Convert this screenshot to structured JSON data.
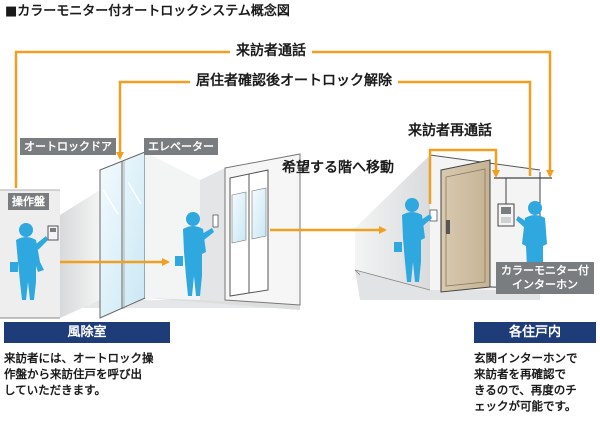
{
  "title": "■カラーモニター付オートロックシステム概念図",
  "flows": {
    "call": "来訪者通話",
    "unlock": "居住者確認後オートロック解除",
    "recall": "来訪者再通話",
    "move": "希望する階へ移動"
  },
  "tags": {
    "auto_door": "オートロックドア",
    "elevator": "エレベーター",
    "panel": "操作盤",
    "monitor_line1": "カラーモニター付",
    "monitor_line2": "インターホン"
  },
  "captions": {
    "left": {
      "heading": "風除室",
      "lines": [
        "来訪者には、オートロック操",
        "作盤から来訪住戸を呼び出",
        "していただきます。"
      ]
    },
    "right": {
      "heading": "各住戸内",
      "lines": [
        "玄関インターホンで",
        "来訪者を再確認で",
        "きるので、再度のチ",
        "ェックが可能です。"
      ]
    }
  },
  "colors": {
    "arrow": "#f0a020",
    "person": "#2fa8e0",
    "caption_bg": "#1e3c78",
    "tag_bg": "#7a7d80"
  }
}
